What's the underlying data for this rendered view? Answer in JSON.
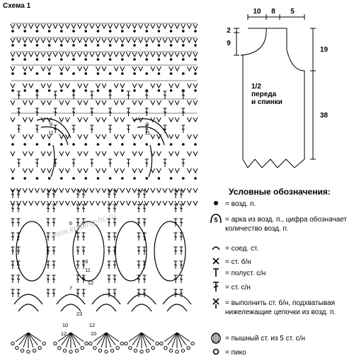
{
  "title": "Схема 1",
  "schematic": {
    "top_dims": [
      "10",
      "8",
      "5"
    ],
    "left_dims": [
      "2",
      "9"
    ],
    "right_dims": [
      "19",
      "38"
    ],
    "center_label": "1/2\nпереда\nи спинки"
  },
  "chart_numbers": {
    "upper_arcs": [
      "9",
      "11",
      "9",
      "11"
    ],
    "lower": [
      "6",
      "8",
      "13",
      "11",
      "9",
      "7",
      "12",
      "23",
      "10",
      "12",
      "12",
      "10"
    ]
  },
  "watermark": "www.knitting-hc.ru",
  "legend": {
    "title": "Условные обозначения:",
    "items": [
      {
        "icon": "filled-dot-icon",
        "text": "= возд. п."
      },
      {
        "icon": "arc-5-icon",
        "symbol": "5",
        "text": "= арка из возд. п., цифра обозначает количество возд. п."
      },
      {
        "icon": "slip-stitch-icon",
        "text": "= соед. ст."
      },
      {
        "icon": "single-crochet-icon",
        "text": "= ст. б/н"
      },
      {
        "icon": "half-double-crochet-icon",
        "text": "= полуст. с/н"
      },
      {
        "icon": "double-crochet-icon",
        "text": "= ст. с/н"
      },
      {
        "icon": "sc-around-chain-icon",
        "text": "= выполнить ст. б/н, подхватывая нижележащие цепочки из возд. п."
      },
      {
        "icon": "puff-stitch-icon",
        "text": "= пышный ст. из 5 ст. с/н"
      },
      {
        "icon": "picot-icon",
        "text": "= пико"
      }
    ]
  }
}
